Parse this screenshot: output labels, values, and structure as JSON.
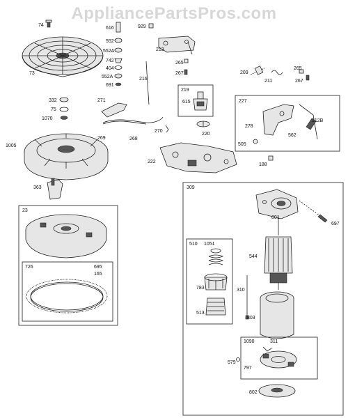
{
  "watermark": "AppliancePartsPros.com",
  "part_labels": {
    "p74": "74",
    "p616": "616",
    "p929": "929",
    "p552": "552",
    "p552a_1": "552A",
    "p742": "742",
    "p404": "404",
    "p552a_2": "552A",
    "p691": "691",
    "p73": "73",
    "p213": "213",
    "p265_a": "265",
    "p267_a": "267",
    "p216": "216",
    "p209": "209",
    "p211": "211",
    "p265_b": "265",
    "p267_b": "267",
    "p219": "219",
    "p615": "615",
    "p227": "227",
    "p212b": "212B",
    "p278": "278",
    "p562": "562",
    "p505": "505",
    "p188": "188",
    "p332": "332",
    "p75": "75",
    "p1070": "1070",
    "p271": "271",
    "p269": "269",
    "p268": "268",
    "p270": "270",
    "p220": "220",
    "p222": "222",
    "p1005": "1005",
    "p363": "363",
    "p23": "23",
    "p726": "726",
    "p695": "695",
    "p165": "165",
    "p309": "309",
    "p801": "801",
    "p697": "697",
    "p510": "510",
    "p1051": "1051",
    "p544": "544",
    "p783": "783",
    "p310": "310",
    "p513": "513",
    "p803": "803",
    "p1090": "1090",
    "p311": "311",
    "p579": "579",
    "p797": "797",
    "p802": "802"
  }
}
